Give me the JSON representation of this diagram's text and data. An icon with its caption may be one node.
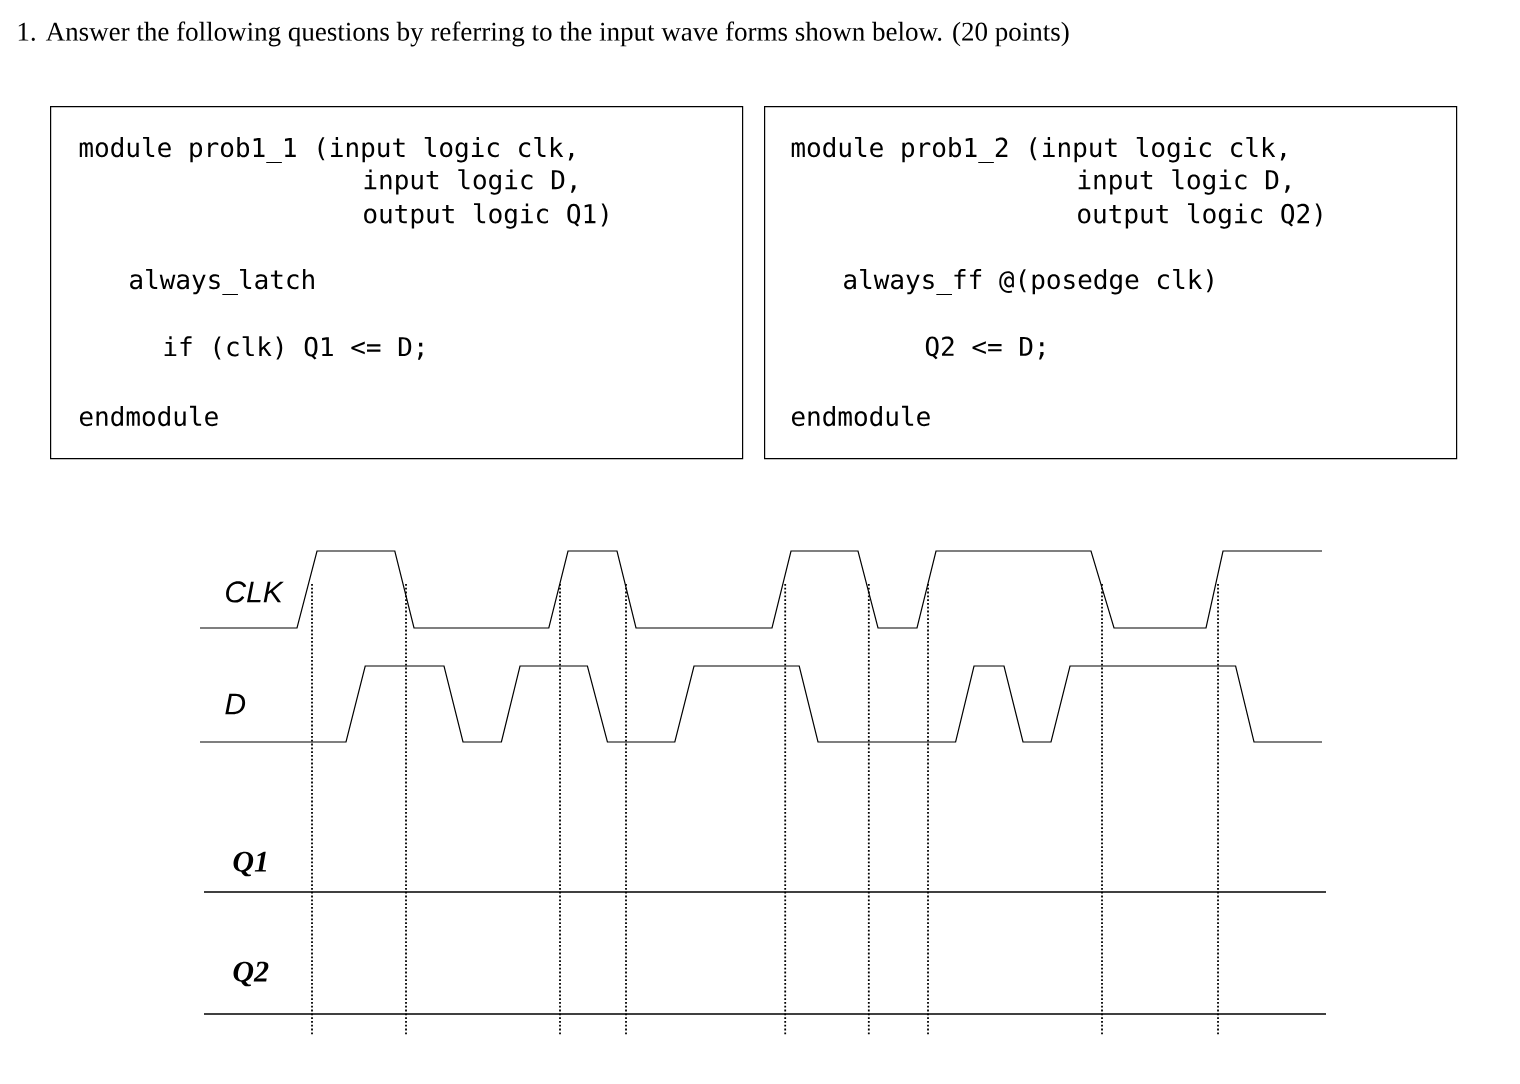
{
  "diagram": {
    "title": "1. Answer the following questions by referring to the input wave forms shown below. (20 points)",
    "nodes": [
      {
        "text": [
          "module prob1_1 (input logic clk,",
          "input logic D,",
          "output logic Q1)",
          "always_latch",
          "if (clk) Q1 <= D;",
          "endmodule"
        ]
      },
      {
        "text": [
          "module prob1_2 (input logic clk,",
          "input logic D,",
          "output logic Q2)",
          "always_ff @(posedge clk)",
          "Q2 <= D;",
          "endmodule"
        ]
      }
    ],
    "labels": [
      "CLK",
      "D",
      "Q1",
      "Q2"
    ]
  }
}
